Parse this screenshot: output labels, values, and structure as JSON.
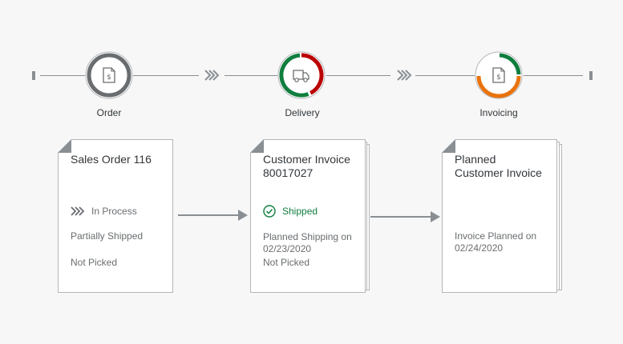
{
  "lanes": [
    {
      "label": "Order",
      "icon": "document-dollar-icon"
    },
    {
      "label": "Delivery",
      "icon": "truck-icon"
    },
    {
      "label": "Invoicing",
      "icon": "document-dollar-icon"
    }
  ],
  "cards": [
    {
      "title_lines": [
        "Sales Order 116"
      ],
      "status": "In Process",
      "status_icon": "process-chevrons-icon",
      "lines": [
        "Partially Shipped",
        "Not Picked"
      ]
    },
    {
      "title_lines": [
        "Customer Invoice",
        "80017027"
      ],
      "status": "Shipped",
      "status_icon": "check-circle-icon",
      "lines": [
        "Planned Shipping on",
        "02/23/2020",
        "Not Picked"
      ]
    },
    {
      "title_lines": [
        "Planned",
        "Customer Invoice"
      ],
      "lines": [
        "Invoice Planned on",
        "02/24/2020"
      ]
    }
  ],
  "colors": {
    "neutral": "#6a6d70",
    "positive": "#107e3e",
    "negative": "#bb0000",
    "critical": "#e9730c",
    "line": "#8a8f94"
  }
}
